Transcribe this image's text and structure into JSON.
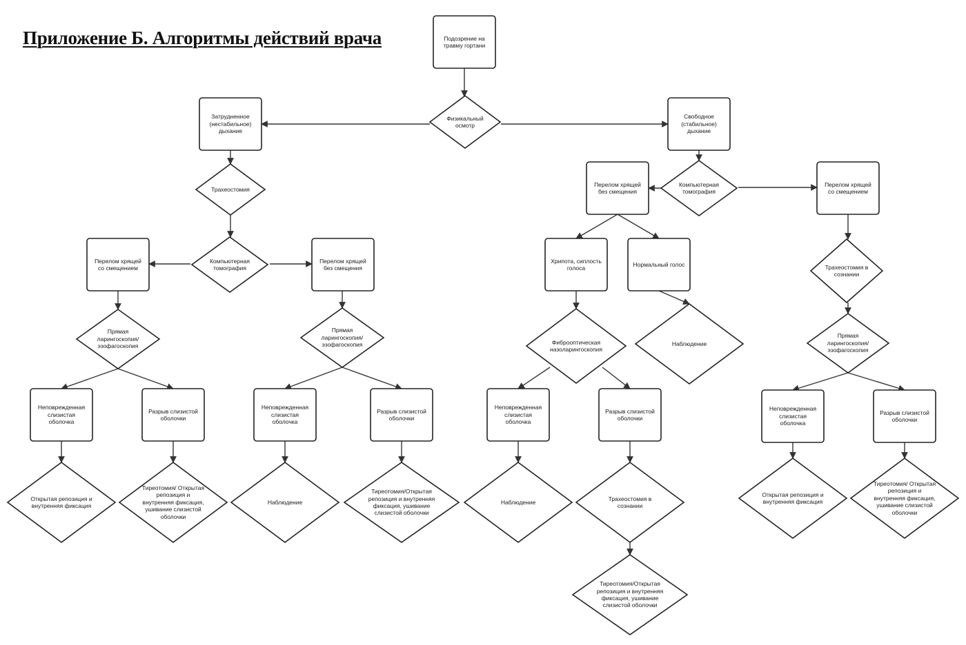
{
  "title": "Приложение Б. Алгоритмы действий врача",
  "nodes": {
    "n01": "Подозрение на травму гортани",
    "n02": "Физикальный осмотр",
    "n03": "Затрудненное (нестабильное) дыхание",
    "n04": "Свободное (стабильное) дыхание",
    "n05": "Трахеостомия",
    "n06": "Компьютерная томография",
    "n07": "Перелом хрящей со смещением",
    "n08": "Перелом хрящей без смещения",
    "n09": "Прямая ларингоскопия/ эзофагоскопия",
    "n10": "Прямая ларингоскопия/ эзофагоскопия",
    "n11": "Неповрежденная слизистая оболочка",
    "n12": "Разрыв слизистой оболочки",
    "n13": "Неповрежденная слизистая оболочка",
    "n14": "Разрыв слизистой оболочки",
    "n15": "Открытая репозиция и внутренняя фиксация",
    "n16": "Тиреотомия/ Открытая репозиция и внутренняя фиксация, ушивание слизистой оболочки",
    "n17": "Наблюдение",
    "n18": "Тиреотомия/Открытая репозиция и внутренняя фиксация, ушивание слизистой оболочки",
    "n19": "Компьютерная томография",
    "n20": "Перелом хрящей без смещения",
    "n21": "Перелом хрящей со смещением",
    "n22": "Хрипота, сиплость голоса",
    "n23": "Нормальный голос",
    "n24": "Фиброоптическая назоларингоскопия",
    "n25": "Наблюдение",
    "n26": "Неповрежденная слизистая оболочка",
    "n27": "Разрыв слизистой оболочки",
    "n28": "Наблюдение",
    "n29": "Трахеостомия в сознании",
    "n30": "Тиреотомия/Открытая репозиция и внутренняя фиксация, ушивание слизистой оболочки",
    "n31": "Трахеостомия в сознании",
    "n32": "Прямая ларингоскопия/ эзофагоскопия",
    "n33": "Неповрежденная слизистая оболочка",
    "n34": "Разрыв слизистой оболочки",
    "n35": "Открытая репозиция и внутренняя фиксация",
    "n36": "Тиреотомия/ Открытая репозиция и внутренняя фиксация, ушивание слизистой оболочки"
  }
}
